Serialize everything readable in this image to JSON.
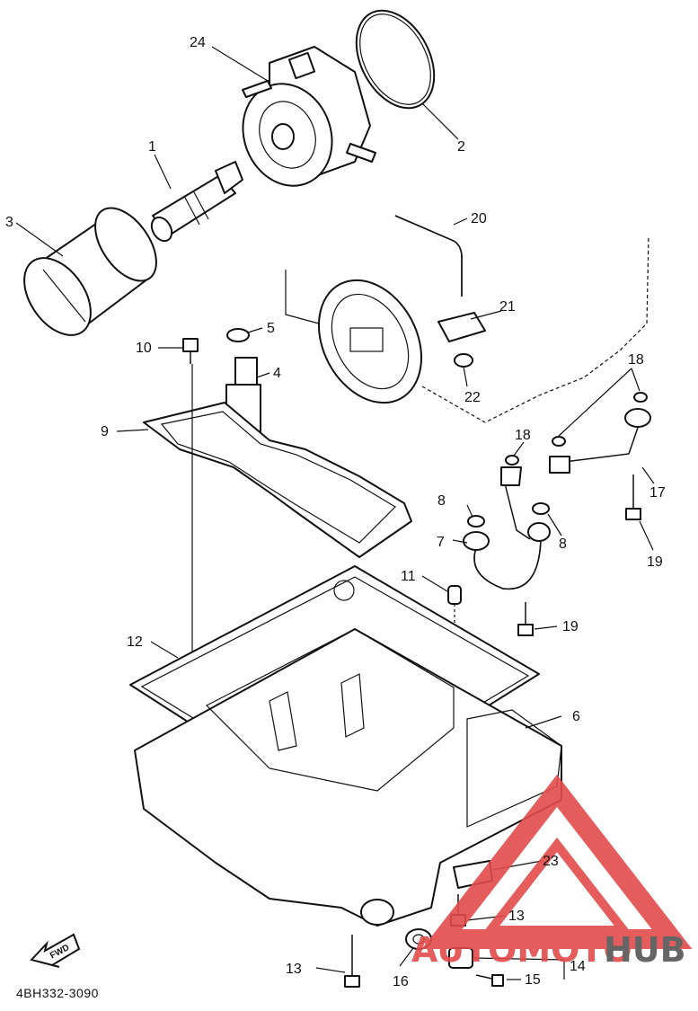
{
  "diagram": {
    "code": "4BH332-3090",
    "fwd_label": "FWD",
    "watermark": {
      "prefix": "AUTOMOTO",
      "suffix": "HUB",
      "color": "#e34b4b",
      "suffix_color": "#555555"
    },
    "callouts": {
      "c24": "24",
      "c2": "2",
      "c1": "1",
      "c3": "3",
      "c20": "20",
      "c5": "5",
      "c10": "10",
      "c4": "4",
      "c21": "21",
      "c22": "22",
      "c9": "9",
      "c18a": "18",
      "c18b": "18",
      "c17": "17",
      "c8a": "8",
      "c8b": "8",
      "c7": "7",
      "c19a": "19",
      "c19b": "19",
      "c11": "11",
      "c12": "12",
      "c6": "6",
      "c23": "23",
      "c13a": "13",
      "c13b": "13",
      "c14": "14",
      "c15": "15",
      "c16": "16"
    }
  }
}
